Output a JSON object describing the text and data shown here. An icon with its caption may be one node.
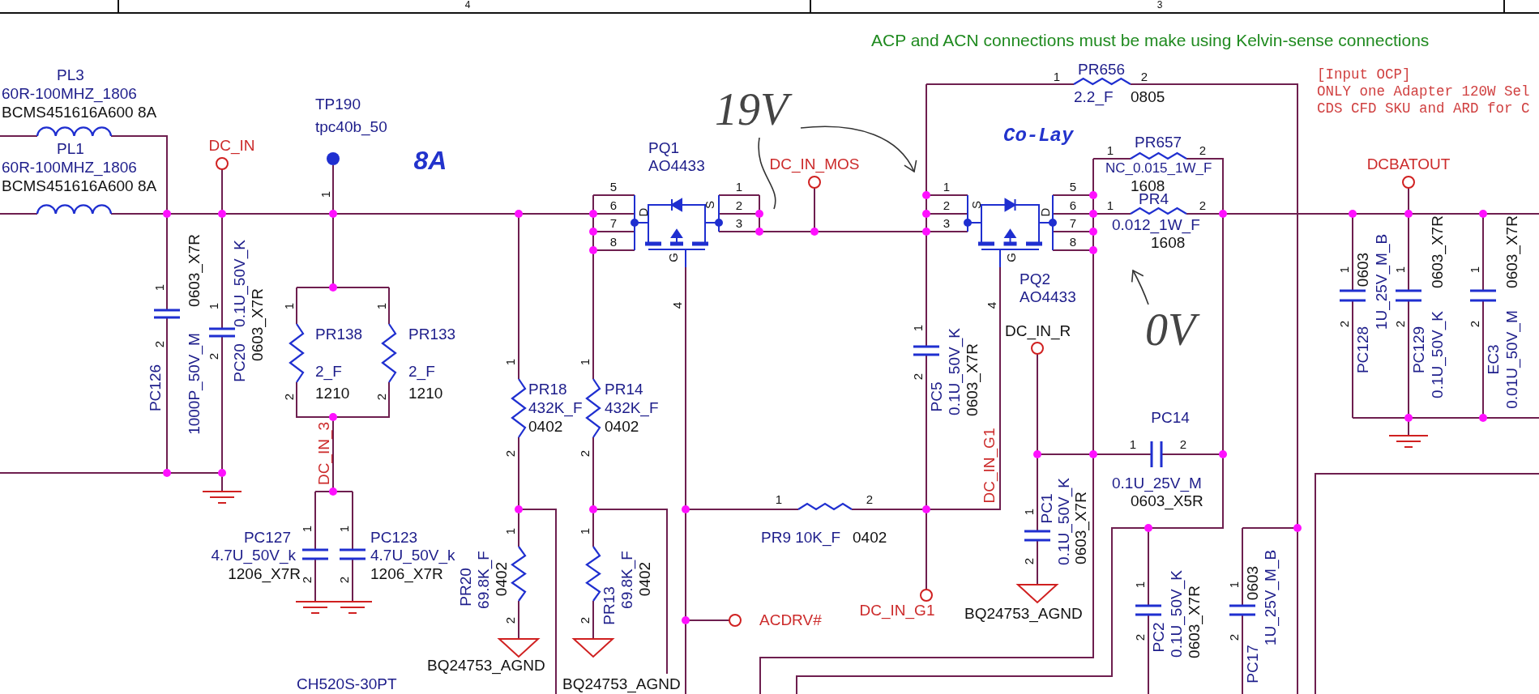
{
  "diagram": {
    "nodes": [
      {
        "text": [
          "19V"
        ]
      },
      {
        "text": [
          "0V"
        ]
      }
    ],
    "edges": [
      {
        "from": 0,
        "to": null,
        "arrow": "to"
      },
      {
        "from": 0,
        "to": null,
        "arrow": "none"
      },
      {
        "from": 1,
        "to": null,
        "arrow": "to"
      }
    ],
    "labels": [
      "4",
      "3",
      "ACP and ACN connections must be make using Kelvin-sense connections",
      "PL3",
      "1",
      "PR656",
      "2",
      "[Input OCP]",
      "60R-100MHZ_1806",
      "BCMS451616A600 8A",
      "TP190",
      "2.2_F",
      "0805",
      "ONLY one Adapter 120W Sel",
      "CDS CFD SKU and ARD for C",
      "tpc40b_50",
      "PL1",
      "DC_IN",
      "PQ1",
      "Co-Lay",
      "1",
      "PR657",
      "2",
      "60R-100MHZ_1806",
      "8A",
      "AO4433",
      "DC_IN_MOS",
      "NC_0.015_1W_F",
      "DCBATOUT",
      "BCMS451616A600 8A",
      "PC126",
      "1",
      "2",
      "0603_X7R",
      "1000P_50V_M",
      "1",
      "2",
      "4.7U_50V_k",
      "1206_X7R",
      "0.1U_50V_K",
      "PC20",
      "PC127",
      "0603_X7R",
      "1",
      "2",
      "CH520S-30PT",
      "1",
      "2",
      "PR138",
      "2_F",
      "1210",
      "DC_IN_3",
      "1",
      "1",
      "2",
      "PC123",
      "4.7U_50V_k",
      "1206_X7R",
      "1",
      "2",
      "PR133",
      "2_F",
      "1210",
      "BQ24753_AGND",
      "PR20",
      "69.8K_F",
      "0402",
      "1",
      "2",
      "1",
      "2",
      "PR18",
      "432K_F",
      "0402",
      "BQ24753_AGND",
      "1",
      "2",
      "1",
      "2",
      "PR13",
      "PR14",
      "432K_F",
      "0402",
      "5",
      "6",
      "7",
      "8",
      "69.8K_F",
      "0402",
      "D",
      "G",
      "4",
      "S",
      "1",
      "2",
      "3",
      "ACDRV#",
      "PR9 10K_F",
      "1",
      "0402",
      "DC_IN_G1",
      "2",
      "1",
      "2",
      "PC5",
      "1",
      "2",
      "3",
      "0.1U_50V_K",
      "0603_X7R",
      "BQ24753_AGND",
      "S",
      "DC_IN_G1",
      "4",
      "G",
      "DC_IN_R",
      "PQ2",
      "AO4433",
      "1",
      "2",
      "PC1",
      "D",
      "0.1U_50V_K",
      "5",
      "6",
      "7",
      "8",
      "0603_X7R",
      "1",
      "0.012_1W_F",
      "0.1U_25V_M",
      "1",
      "1608",
      "0603_X5R",
      "1",
      "2",
      "PR4",
      "PC2",
      "1608",
      "PC14",
      "0.1U_50V_K",
      "2",
      "0603_X7R",
      "2",
      "1",
      "2",
      "0603",
      "PC17",
      "1U_25V_M_B",
      "1",
      "2",
      "0603",
      "PC128",
      "1U_25V_M_B",
      "1",
      "2",
      "PC129",
      "0603_X7R",
      "0.1U_50V_K",
      "1",
      "2",
      "EC3",
      "0603_X7R",
      "0.01U_50V_M"
    ]
  }
}
